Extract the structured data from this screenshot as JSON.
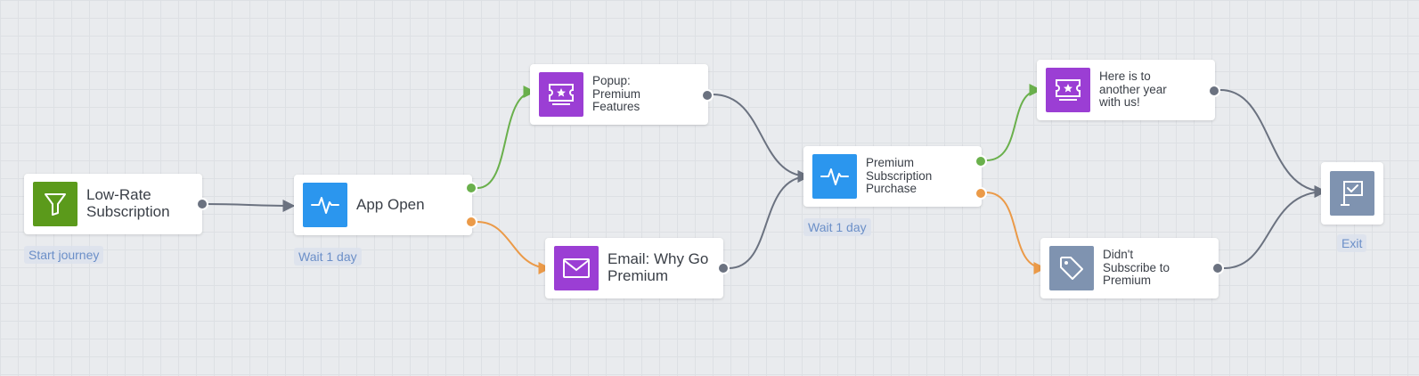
{
  "colors": {
    "green": "#5b9a1b",
    "blue": "#2b96ee",
    "purple": "#9b3ed4",
    "slate": "#7f93b0",
    "link_gray": "#6b7280",
    "link_green": "#6ab04c",
    "link_orange": "#eb9a48"
  },
  "nodes": {
    "trigger": {
      "label": "Low-Rate Subscription",
      "icon": "funnel-icon",
      "tag": "Start journey"
    },
    "app_open": {
      "label": "App Open",
      "icon": "activity-pulse-icon",
      "tag": "Wait 1 day"
    },
    "popup_premium": {
      "label": "Popup: Premium Features",
      "icon": "ticket-star-icon"
    },
    "email_premium": {
      "label": "Email: Why Go Premium",
      "icon": "envelope-icon"
    },
    "premium_purchase": {
      "label": "Premium Subscription Purchase",
      "icon": "activity-pulse-icon",
      "tag": "Wait 1 day"
    },
    "another_year": {
      "label": "Here is to another year with us!",
      "icon": "ticket-star-icon"
    },
    "didnt_subscribe": {
      "label": "Didn't Subscribe to Premium",
      "icon": "price-tag-icon"
    },
    "exit": {
      "label": "Exit",
      "icon": "flag-check-icon"
    }
  }
}
